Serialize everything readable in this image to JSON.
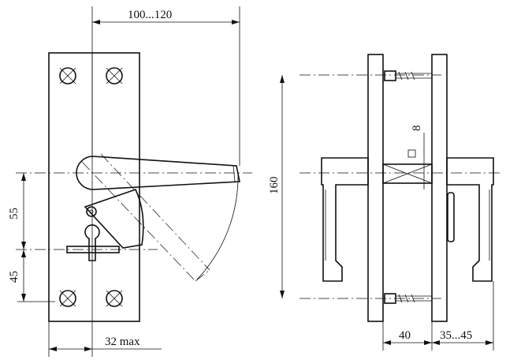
{
  "dimensions": {
    "handle_reach": "100...120",
    "height_upper": "55",
    "height_lower": "45",
    "plate_width": "32 max",
    "total_height": "160",
    "small_gap": "8",
    "depth": "40",
    "handle_projection": "35...45"
  }
}
